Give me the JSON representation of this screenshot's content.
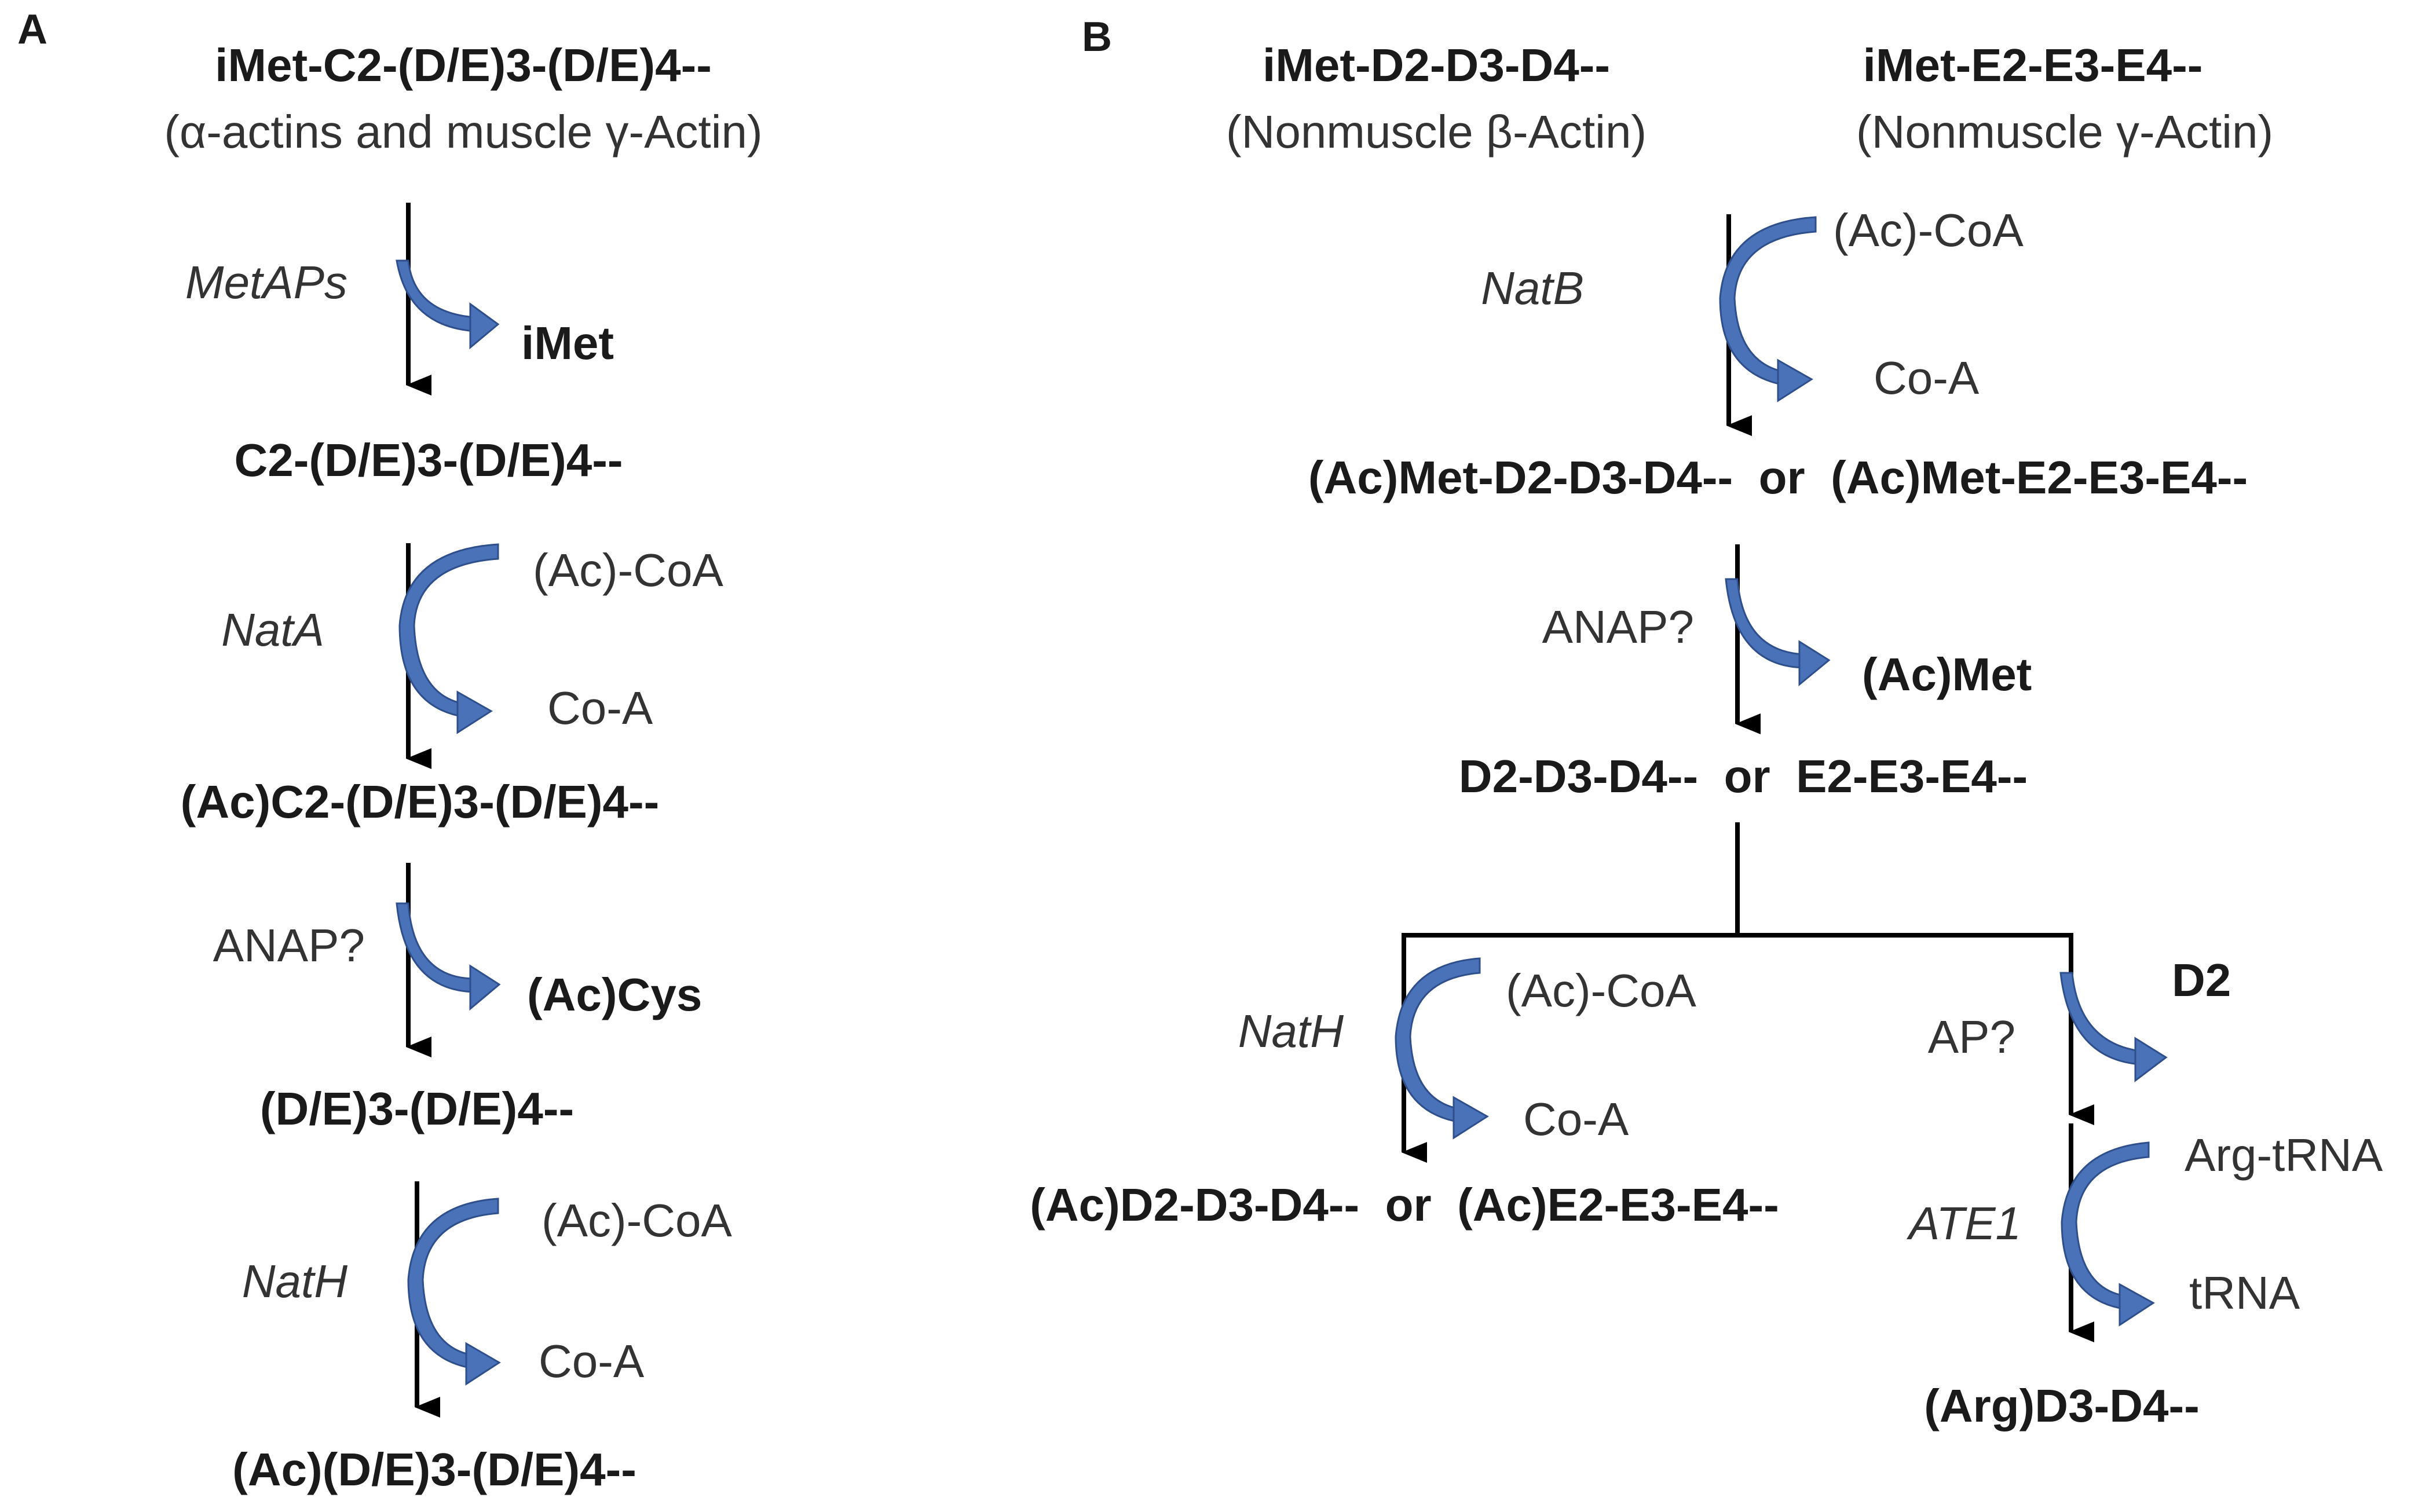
{
  "panels": {
    "a": {
      "label": "A",
      "title": "iMet-C2-(D/E)3-(D/E)4--",
      "subtitle": "(α-actins and muscle γ-Actin)",
      "step1_enzyme": "MetAPs",
      "step1_product": "iMet",
      "species1": "C2-(D/E)3-(D/E)4--",
      "step2_enzyme": "NatA",
      "step2_substrate": "(Ac)-CoA",
      "step2_product": "Co-A",
      "species2": "(Ac)C2-(D/E)3-(D/E)4--",
      "step3_enzyme": "ANAP?",
      "step3_product": "(Ac)Cys",
      "species3": "(D/E)3-(D/E)4--",
      "step4_enzyme": "NatH",
      "step4_substrate": "(Ac)-CoA",
      "step4_product": "Co-A",
      "species4": "(Ac)(D/E)3-(D/E)4--"
    },
    "b": {
      "label": "B",
      "title_left": "iMet-D2-D3-D4--",
      "subtitle_left": "(Nonmuscle β-Actin)",
      "title_right": "iMet-E2-E3-E4--",
      "subtitle_right": "(Nonmuscle γ-Actin)",
      "step1_enzyme": "NatB",
      "step1_substrate": "(Ac)-CoA",
      "step1_product": "Co-A",
      "species1": "(Ac)Met-D2-D3-D4--  or  (Ac)Met-E2-E3-E4--",
      "step2_enzyme": "ANAP?",
      "step2_product": "(Ac)Met",
      "species2": "D2-D3-D4--  or  E2-E3-E4--",
      "left_enzyme": "NatH",
      "left_substrate": "(Ac)-CoA",
      "left_product": "Co-A",
      "left_species": "(Ac)D2-D3-D4--  or  (Ac)E2-E3-E4--",
      "right_enzyme1": "AP?",
      "right_product1": "D2",
      "right_enzyme2": "ATE1",
      "right_substrate2": "Arg-tRNA",
      "right_product2": "tRNA",
      "right_species": "(Arg)D3-D4--"
    }
  },
  "colors": {
    "curve_arrow": "#4a72b8",
    "line": "#000000"
  }
}
